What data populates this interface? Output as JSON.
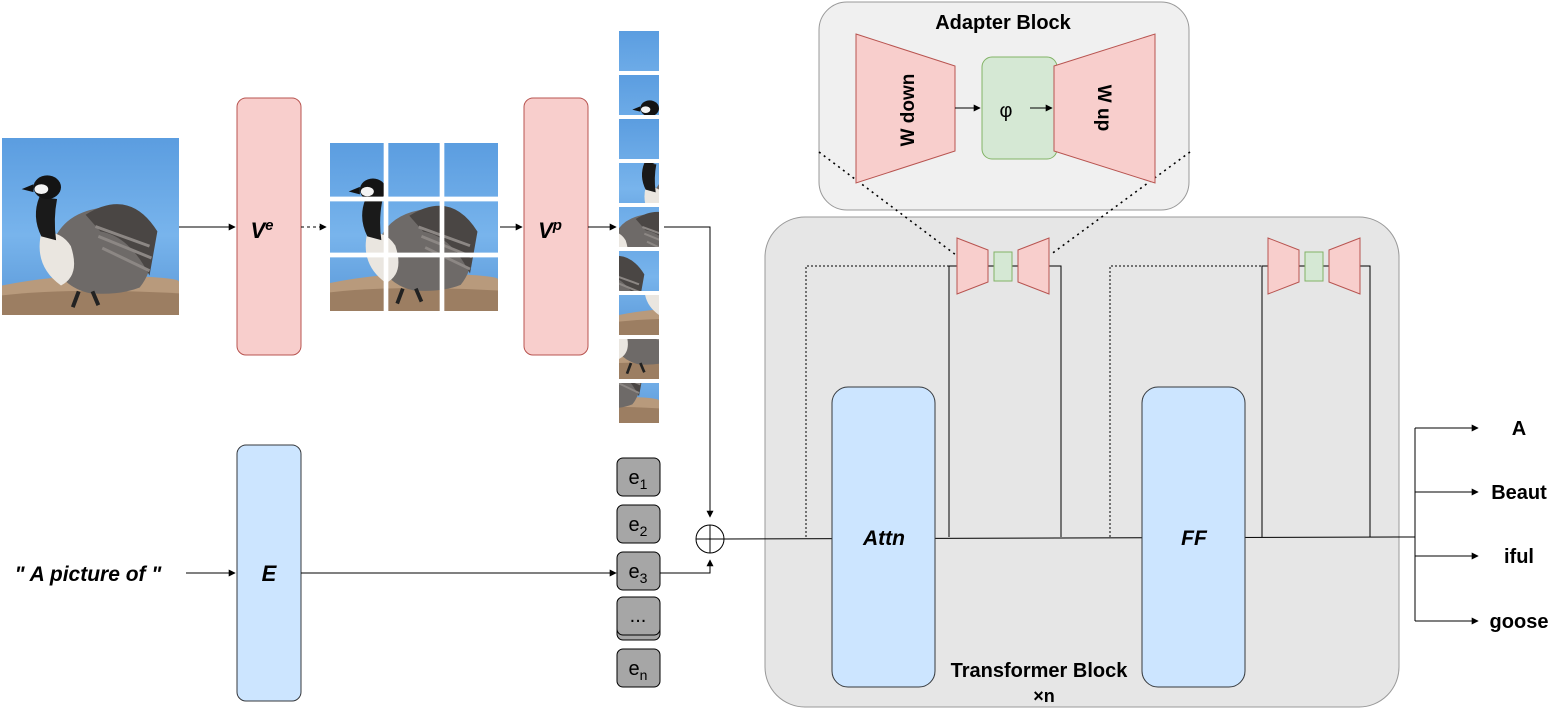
{
  "adapter": {
    "title": "Adapter Block",
    "w_down": "W down",
    "phi": "φ",
    "w_up": "W up"
  },
  "encoders": {
    "vision_embed_base": "V",
    "vision_embed_sup": "e",
    "vision_proj_base": "V",
    "vision_proj_sup": "p",
    "text_encoder": "E"
  },
  "prompt": "\" A picture of \"",
  "tokens": [
    {
      "base": "e",
      "sub": "1"
    },
    {
      "base": "e",
      "sub": "2"
    },
    {
      "base": "e",
      "sub": "3"
    },
    {
      "base": "...",
      "sub": ""
    },
    {
      "base": "e",
      "sub": "n"
    }
  ],
  "transformer": {
    "attn": "Attn",
    "ff": "FF",
    "label": "Transformer Block",
    "repeat": "×n"
  },
  "outputs": [
    "A",
    "Beaut",
    "iful",
    "goose"
  ],
  "colors": {
    "pink_fill": "#f8cecc",
    "pink_stroke": "#b85450",
    "blue_fill": "#cce5ff",
    "blue_stroke": "#36393d",
    "green_fill": "#d5e8d4",
    "green_stroke": "#82b366",
    "panel": "#e6e6e6",
    "adapter_panel": "#f0f0f0",
    "token_fill": "#a6a6a6",
    "water": "#6aa8e4",
    "sand": "#b89a7c"
  }
}
